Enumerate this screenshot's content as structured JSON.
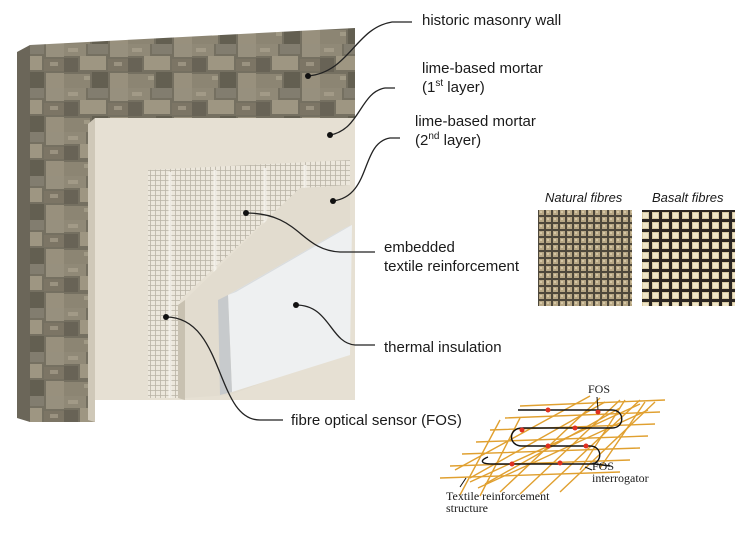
{
  "labels": {
    "masonry": "historic masonry wall",
    "mortar1_line1": "lime-based mortar",
    "mortar1_open": "(1",
    "mortar1_sup": "st",
    "mortar1_close": " layer)",
    "mortar2_line1": "lime-based mortar",
    "mortar2_open": "(2",
    "mortar2_sup": "nd",
    "mortar2_close": " layer)",
    "textile_line1": "embedded",
    "textile_line2": "textile reinforcement",
    "insulation": "thermal insulation",
    "fos": "fibre optical sensor (FOS)"
  },
  "samples": {
    "natural": "Natural fibres",
    "basalt": "Basalt fibres"
  },
  "inset": {
    "fos": "FOS",
    "interrogator_line1": "FOS",
    "interrogator_line2": "interrogator",
    "structure_line1": "Textile reinforcement",
    "structure_line2": "structure"
  },
  "colors": {
    "stone": "#8a8373",
    "mortar": "#e6e0d3",
    "insulation": "#eef0f1",
    "grid": "#e0a030",
    "sensor_dot": "#e03020"
  }
}
